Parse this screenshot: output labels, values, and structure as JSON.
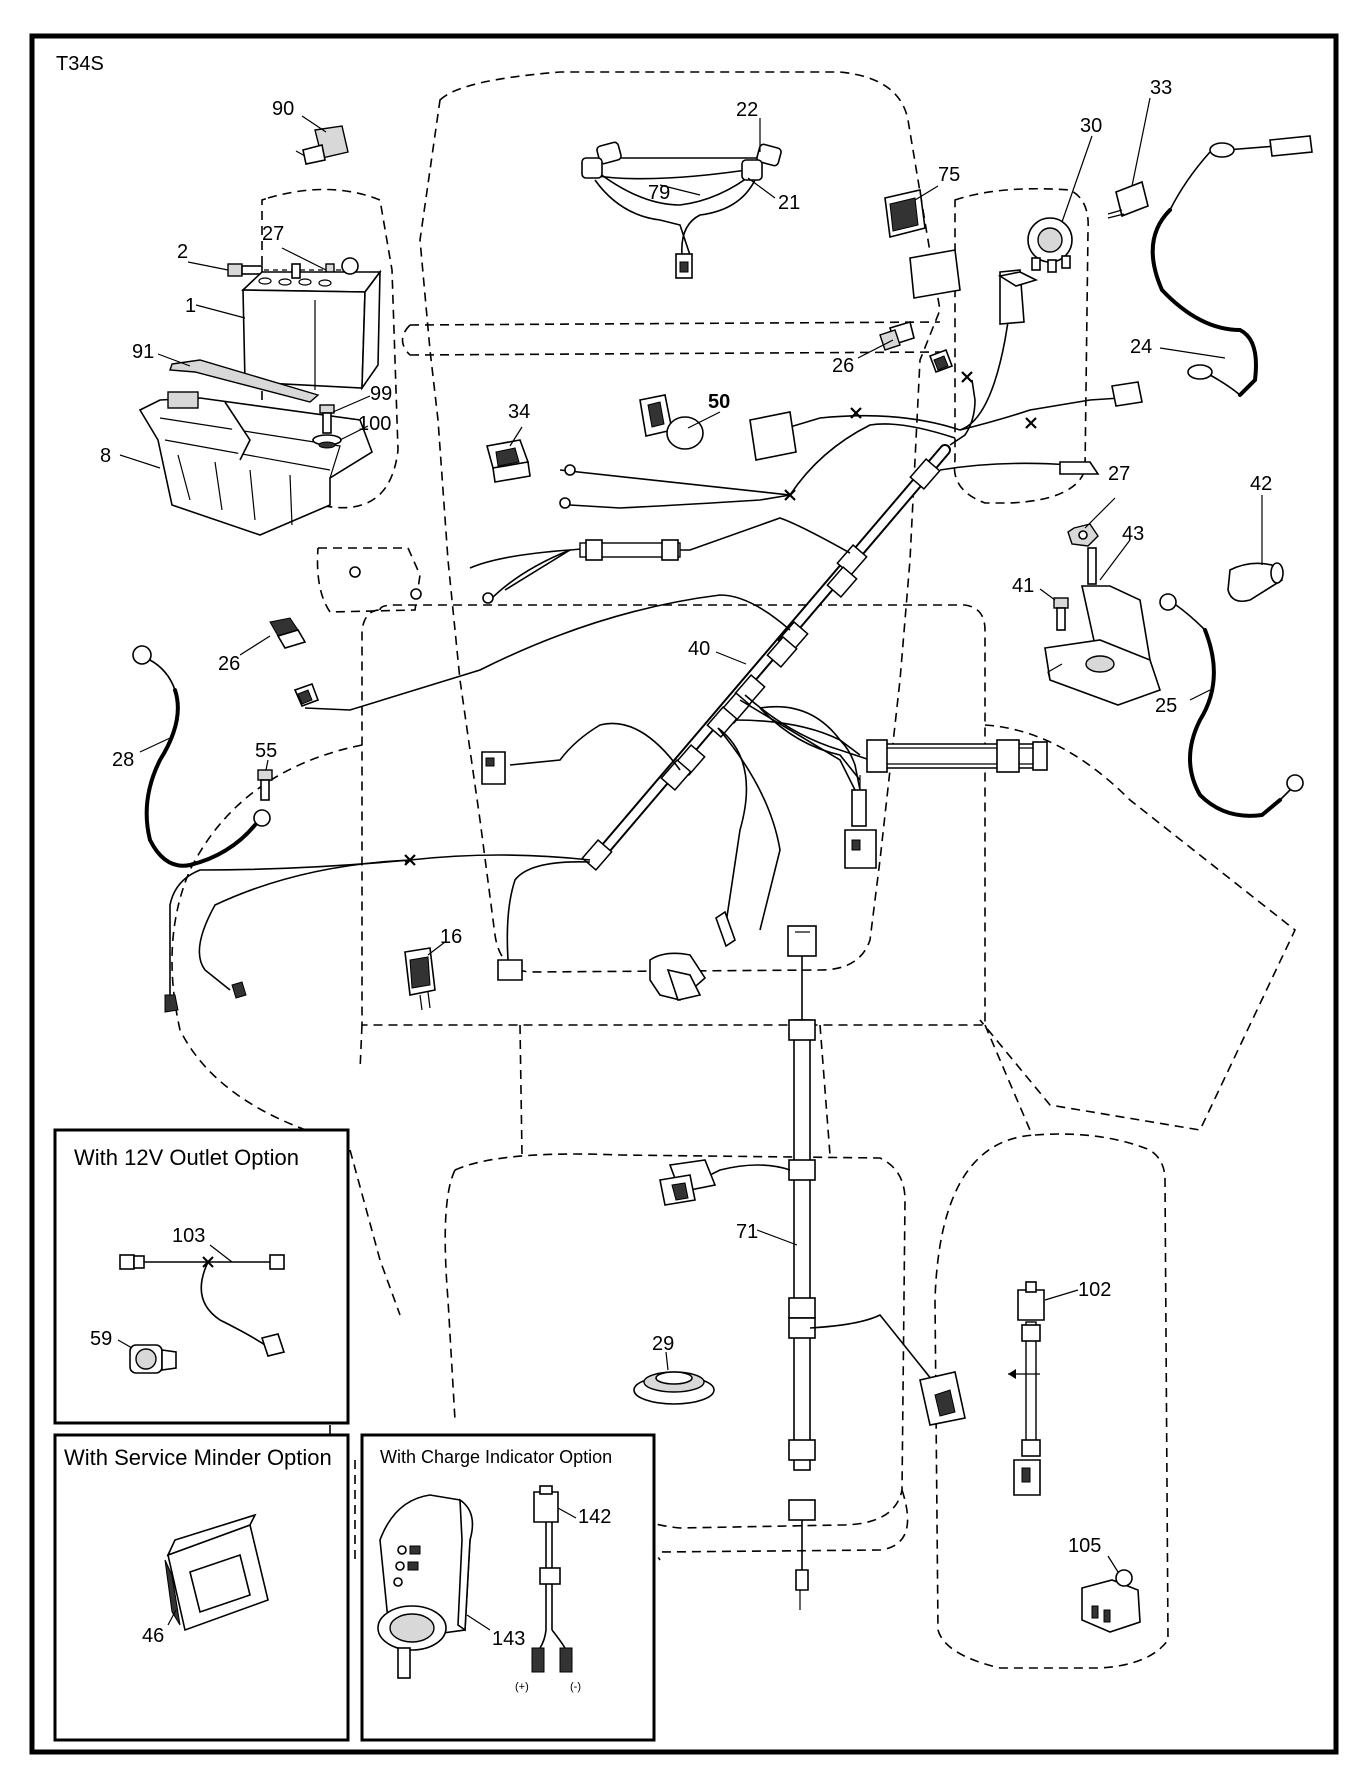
{
  "diagram": {
    "code": "T34S",
    "part_numbers": {
      "p1": "1",
      "p2": "2",
      "p8": "8",
      "p16": "16",
      "p21": "21",
      "p22": "22",
      "p24": "24",
      "p25": "25",
      "p26a": "26",
      "p26b": "26",
      "p27a": "27",
      "p27b": "27",
      "p28": "28",
      "p29": "29",
      "p30": "30",
      "p33": "33",
      "p34": "34",
      "p40": "40",
      "p41": "41",
      "p42": "42",
      "p43": "43",
      "p46": "46",
      "p50": "50",
      "p55": "55",
      "p59": "59",
      "p71": "71",
      "p75": "75",
      "p79": "79",
      "p90": "90",
      "p91": "91",
      "p99": "99",
      "p100": "100",
      "p102": "102",
      "p103": "103",
      "p105": "105",
      "p142": "142",
      "p143": "143"
    },
    "insets": {
      "outlet": {
        "title": "With 12V Outlet Option"
      },
      "minder": {
        "title": "With Service Minder Option"
      },
      "charge": {
        "title": "With Charge Indicator Option",
        "plus": "(+)",
        "minus": "(-)"
      }
    }
  }
}
